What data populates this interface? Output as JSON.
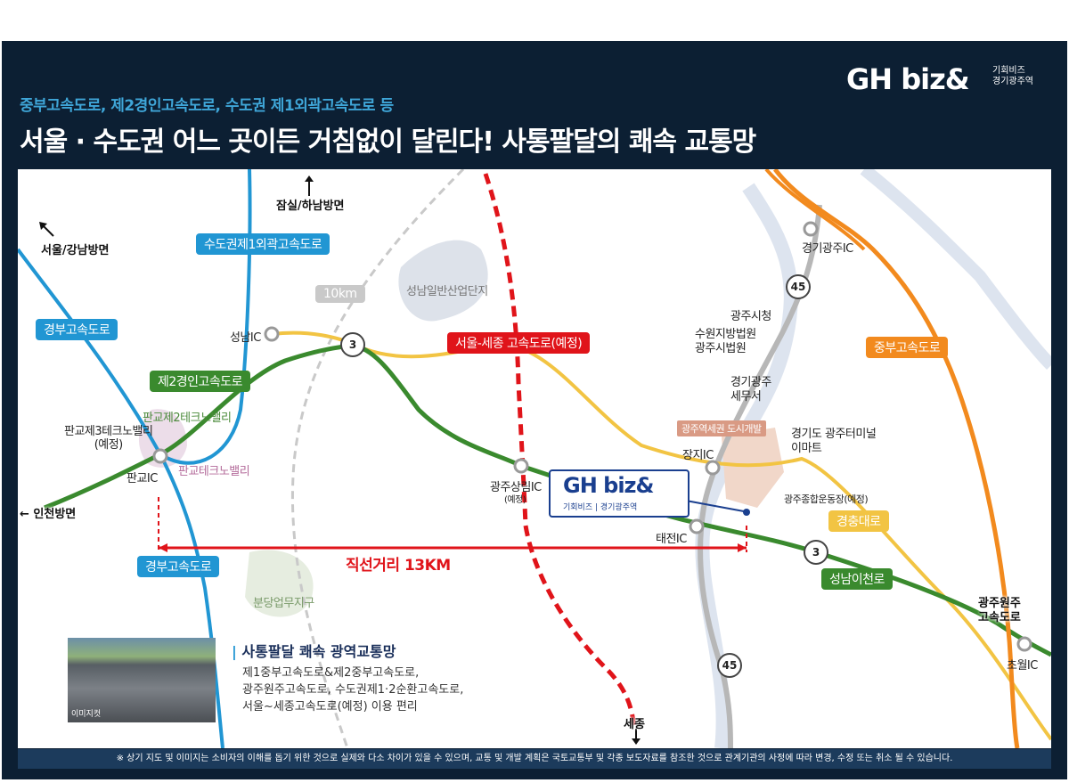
{
  "header": {
    "subtitle": "중부고속도로, 제2경인고속도로, 수도권 제1외곽고속도로 등",
    "title": "서울 · 수도권 어느 곳이든 거침없이 달린다!  사통팔달의  쾌속 교통망"
  },
  "logo": {
    "text": "GH biz&",
    "sub_line1": "기회비즈",
    "sub_line2": "경기광주역"
  },
  "directions": {
    "jamsil": "잠실/하남방면",
    "seoul_gangnam": "서울/강남방면",
    "incheon": "인천방면",
    "sejong": "세종",
    "gwangju_wonju_1": "광주원주",
    "gwangju_wonju_2": "고속도로"
  },
  "roads": {
    "capital_ring": "수도권제1외곽고속도로",
    "gyeongbu_top": "경부고속도로",
    "gyeongbu_bottom": "경부고속도로",
    "second_gyeongin": "제2경인고속도로",
    "seoul_sejong": "서울-세종 고속도로(예정)",
    "jungbu": "중부고속도로",
    "gyeongchung": "경충대로",
    "seongnam_icheon": "성남이천로"
  },
  "road_numbers": {
    "r3_top": "3",
    "r3_right": "3",
    "r45_top": "45",
    "r45_bottom": "45"
  },
  "places": {
    "seongnam_ic": "성남IC",
    "pangyo_ic": "판교IC",
    "pangyo3_line1": "판교제3테크노밸리",
    "pangyo3_line2": "(예정)",
    "pangyo2": "판교제2테크노밸리",
    "pangyo_techno": "판교테크노밸리",
    "seongnam_industrial": "성남일반산업단지",
    "gwangju_sangnim": "광주상림IC",
    "gwangju_sangnim_note": "(예정)",
    "gyeonggi_gwangju_ic": "경기광주IC",
    "gwangju_city_hall": "광주시청",
    "court_line1": "수원지방법원",
    "court_line2": "광주시법원",
    "tax_line1": "경기광주",
    "tax_line2": "세무서",
    "station_dev": "광주역세권 도시개발",
    "terminal_line1": "경기도 광주터미널",
    "terminal_line2": "이마트",
    "sports": "광주종합운동장(예정)",
    "jangji_ic": "장지IC",
    "taejeon_ic": "태전IC",
    "chowol_ic": "초월IC",
    "bundang": "분당업무지구",
    "distance": "10km"
  },
  "distance_bar": "직선거리 13KM",
  "bubble": {
    "brand": "GH biz&",
    "sub": "기회비즈 | 경기광주역"
  },
  "info": {
    "title": "사통팔달 쾌속 광역교통망",
    "line1": "제1중부고속도로&제2중부고속도로,",
    "line2": "광주원주고속도로, 수도권제1·2순환고속도로,",
    "line3": "서울~세종고속도로(예정) 이용 편리",
    "photo_caption": "이미지컷"
  },
  "footer": "※ 상기 지도 및 이미지는 소비자의 이해를 돕기 위한 것으로 실제와 다소 차이가 있을 수 있으며, 교통 및 개발 계획은 국토교통부 및 각종 보도자료를 참조한 것으로 관계기관의 사정에 따라 변경, 수정 또는 취소 될 수 있습니다.",
  "colors": {
    "navy": "#0c1f33",
    "blue_road": "#2196d3",
    "green_road": "#3a8a2e",
    "yellow_road": "#f2c443",
    "orange_road": "#f28a1e",
    "red_dashed": "#e0141a",
    "gray_road": "#b7b7b7"
  }
}
